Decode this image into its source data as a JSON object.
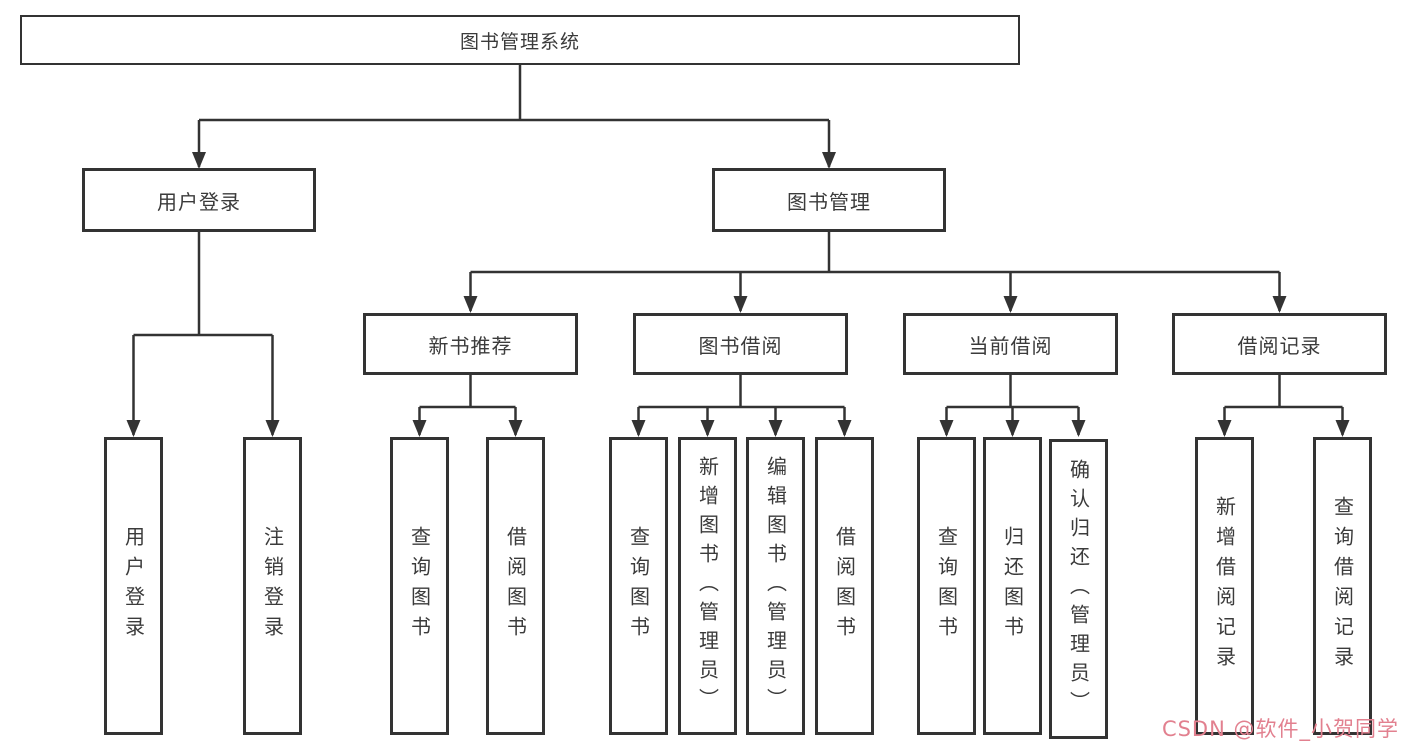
{
  "tree": {
    "root": {
      "label": "图书管理系统"
    },
    "level2": [
      {
        "label": "用户登录"
      },
      {
        "label": "图书管理"
      }
    ],
    "level3": [
      {
        "label": "新书推荐"
      },
      {
        "label": "图书借阅"
      },
      {
        "label": "当前借阅"
      },
      {
        "label": "借阅记录"
      }
    ],
    "leaf_groups": [
      {
        "parent": "用户登录",
        "items": [
          "用户登录",
          "注销登录"
        ]
      },
      {
        "parent": "新书推荐",
        "items": [
          "查询图书",
          "借阅图书"
        ]
      },
      {
        "parent": "图书借阅",
        "items": [
          "查询图书",
          "新增图书（管理员）",
          "编辑图书（管理员）",
          "借阅图书"
        ]
      },
      {
        "parent": "当前借阅",
        "items": [
          "查询图书",
          "归还图书",
          "确认归还（管理员）"
        ]
      },
      {
        "parent": "借阅记录",
        "items": [
          "新增借阅记录",
          "查询借阅记录"
        ]
      }
    ]
  },
  "watermark": {
    "text": "CSDN @软件_小贺同学",
    "color": "#e2808f"
  },
  "colors": {
    "line": "#333333",
    "box_border": "#333333",
    "text": "#3b3b3b",
    "background": "#ffffff"
  }
}
